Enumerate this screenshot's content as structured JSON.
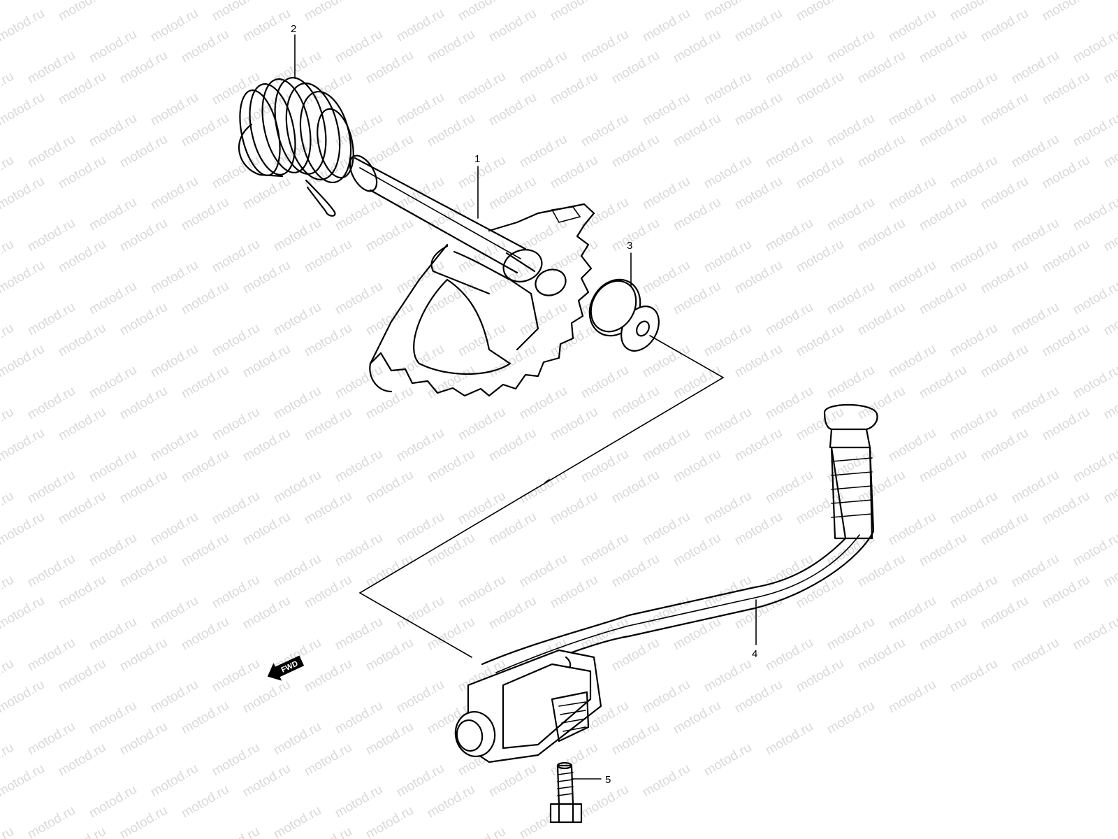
{
  "watermark": {
    "text": "motod.ru",
    "color": "#d9d9d9"
  },
  "direction_indicator": {
    "label": "FWD",
    "icon": "forward-arrow-icon"
  },
  "callouts": [
    {
      "number": "1",
      "part": "kick-starter-shaft-gear"
    },
    {
      "number": "2",
      "part": "return-spring"
    },
    {
      "number": "3",
      "part": "bushing"
    },
    {
      "number": "4",
      "part": "kick-starter-lever"
    },
    {
      "number": "5",
      "part": "bolt"
    }
  ],
  "colors": {
    "line": "#000000",
    "background": "#ffffff",
    "watermark": "#d9d9d9"
  }
}
